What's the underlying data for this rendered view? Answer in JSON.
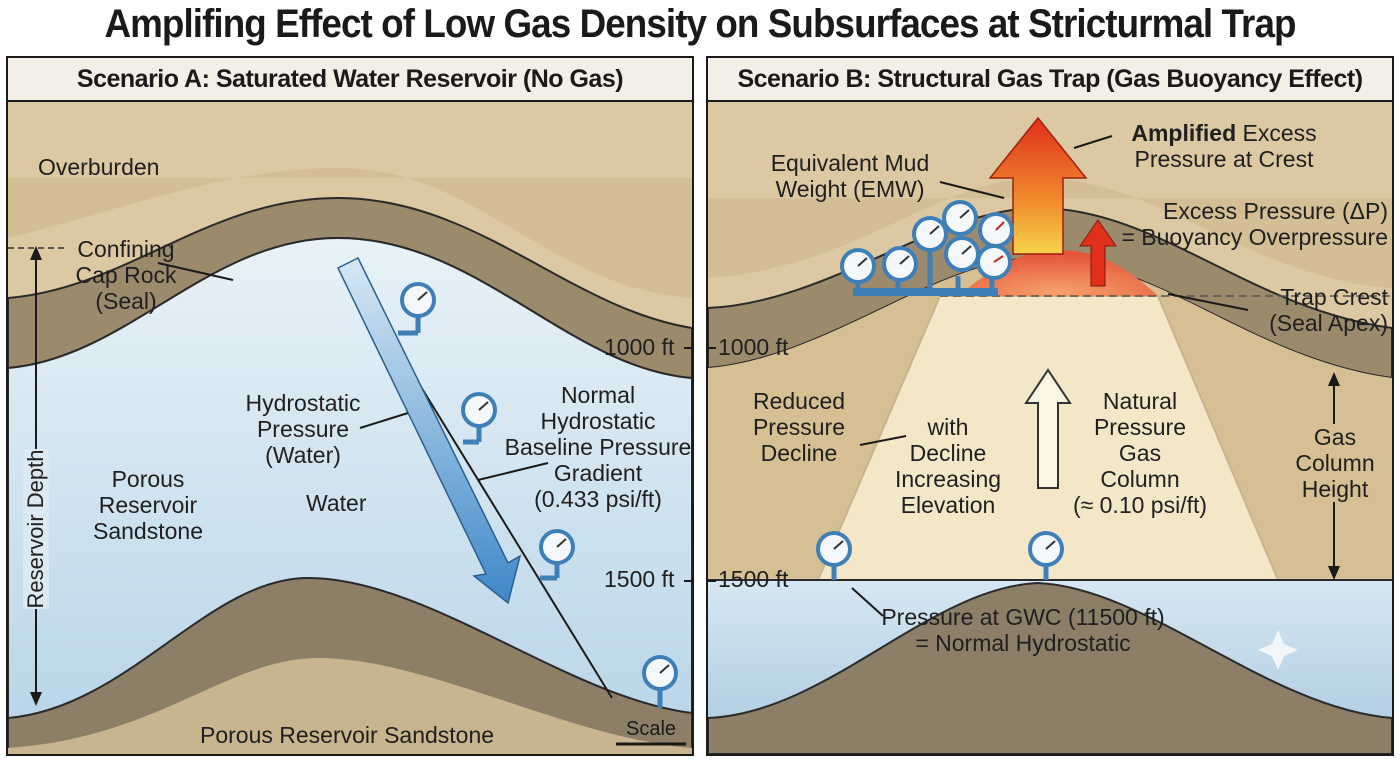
{
  "title": "Amplifing Effect of Low Gas Density on Subsurfaces at Stricturmal Trap",
  "panel_a": {
    "heading": "Scenario A: Saturated Water Reservoir (No Gas)",
    "overburden": "Overburden",
    "cap_rock": [
      "Confining",
      "Cap Rock",
      "(Seal)"
    ],
    "reservoir_depth": "Reservoir Depth",
    "porous_sandstone": [
      "Porous",
      "Reservoir",
      "Sandstone"
    ],
    "hydrostatic": [
      "Hydrostatic",
      "Pressure",
      "(Water)"
    ],
    "water": "Water",
    "gradient": [
      "Normal",
      "Hydrostatic",
      "Baseline Pressure",
      "Gradient",
      "(0.433 psi/ft)"
    ],
    "depth_1000": "1000 ft",
    "depth_1500": "1500 ft",
    "bottom_label": "Porous Reservoir Sandstone",
    "scale": "Scale"
  },
  "panel_b": {
    "heading": "Scenario B: Structural Gas Trap (Gas Buoyancy Effect)",
    "emw": [
      "Equivalent Mud",
      "Weight (EMW)"
    ],
    "amplified_bold": "Amplified",
    "amplified_rest": " Excess",
    "amplified_line2": "Pressure at Crest",
    "excess": [
      "Excess Pressure (ΔP)",
      "= Buoyancy Overpressure"
    ],
    "trap_crest": [
      "Trap Crest",
      "(Seal Apex)"
    ],
    "depth_1000": "1000 ft",
    "depth_1500": "1500 ft",
    "reduced": [
      "Reduced",
      "Pressure",
      "Decline"
    ],
    "with_decline": [
      "with",
      "Decline",
      "Increasing",
      "Elevation"
    ],
    "natural": [
      "Natural",
      "Pressure",
      "Gas",
      "Column",
      "(≈ 0.10 psi/ft)"
    ],
    "gas_column_height": [
      "Gas",
      "Column",
      "Height"
    ],
    "gwc": [
      "Pressure at GWC (11500 ft)",
      "= Normal Hydrostatic"
    ]
  },
  "colors": {
    "sand": "#d8c29c",
    "cap_rock": "#9c8a6c",
    "water": "#cfe2ef",
    "gas": "#f3e7c8",
    "arrow_blue": "#5a9fd0",
    "hot_red": "#e03a1e",
    "hot_yellow": "#f5c542",
    "gauge_blue": "#3f7fb8"
  },
  "icons": [
    "pressure-gauge-icon",
    "up-arrow-icon",
    "sparkle-icon"
  ]
}
